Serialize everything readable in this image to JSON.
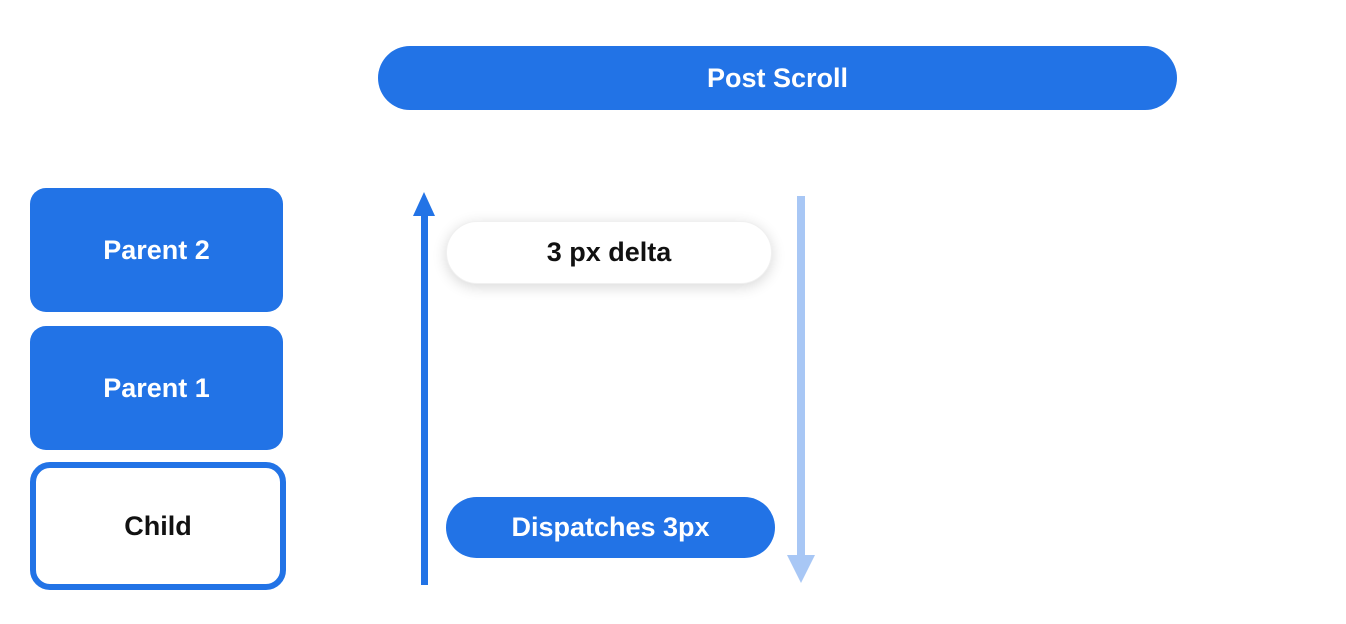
{
  "header": {
    "label": "Post Scroll"
  },
  "nodes": [
    {
      "label": "Parent 2"
    },
    {
      "label": "Parent 1"
    },
    {
      "label": "Child"
    }
  ],
  "flow": {
    "delta_label": "3 px delta",
    "dispatch_label": "Dispatches 3px"
  },
  "arrows": [
    {
      "name": "up-arrow",
      "direction": "up",
      "color": "#2273E6"
    },
    {
      "name": "down-arrow",
      "direction": "down",
      "color": "#A8C7F5"
    }
  ],
  "colors": {
    "primary_blue": "#2273E6",
    "light_blue": "#A8C7F5",
    "background": "#FFFFFF",
    "text_on_blue": "#FFFFFF",
    "text_dark": "#111111"
  }
}
